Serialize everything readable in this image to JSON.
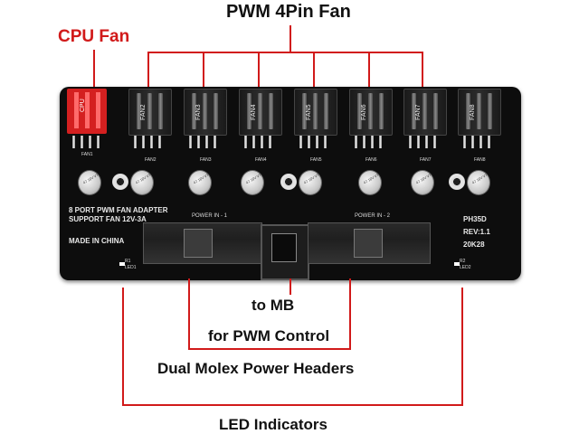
{
  "labels": {
    "pwm_fan": "PWM 4Pin Fan",
    "cpu_fan": "CPU Fan",
    "to_mb": "to MB",
    "pwm_control": "for PWM Control",
    "dual_molex": "Dual Molex Power Headers",
    "led_indicators": "LED Indicators"
  },
  "board": {
    "fan_headers": [
      {
        "label": "CPU",
        "pin_label": "FAN1"
      },
      {
        "label": "FAN2",
        "pin_label": "FAN2"
      },
      {
        "label": "FAN3",
        "pin_label": "FAN3"
      },
      {
        "label": "FAN4",
        "pin_label": "FAN4"
      },
      {
        "label": "FAN5",
        "pin_label": "FAN5"
      },
      {
        "label": "FAN6",
        "pin_label": "FAN6"
      },
      {
        "label": "FAN7",
        "pin_label": "FAN7"
      },
      {
        "label": "FAN8",
        "pin_label": "FAN8"
      }
    ],
    "silk_line1": "8 PORT PWM FAN ADAPTER",
    "silk_line2": "SUPPORT FAN 12V-3A",
    "made_in": "MADE IN CHINA",
    "power_in_1": "POWER IN - 1",
    "power_in_2": "POWER IN - 2",
    "model": "PH35D",
    "rev": "REV:1.1",
    "date_code": "20K28",
    "led1": "LED1",
    "led2": "LED2",
    "r1": "R1",
    "r2": "R2",
    "cap_text": "47 16V VT"
  },
  "colors": {
    "leader": "#d11a1a",
    "cpu_label": "#d11a1a",
    "cpu_header": "#d42020",
    "board": "#0d0d0d"
  }
}
